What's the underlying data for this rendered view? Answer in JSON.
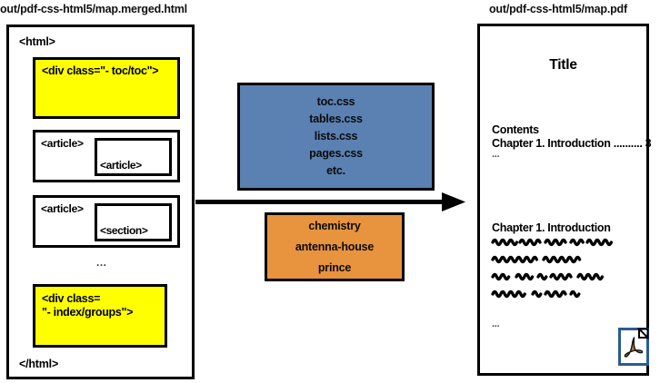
{
  "diagram": {
    "left_caption": "out/pdf-css-html5/map.merged.html",
    "right_caption": "out/pdf-css-html5/map.pdf",
    "arrow_icon": "right-arrow-icon"
  },
  "html_panel": {
    "open_tag": "<html>",
    "close_tag": "</html>",
    "toc_div": "<div class=\"- toc/toc\">",
    "index_div": "<div class=\n\"- index/groups\">",
    "articles": [
      {
        "outer": "<article>",
        "inner": "<article>"
      },
      {
        "outer": "<article>",
        "inner": "<section>"
      }
    ],
    "ellipsis": "..."
  },
  "css_box": {
    "color": "#5b80b2",
    "items": [
      "toc.css",
      "tables.css",
      "lists.css",
      "pages.css",
      "etc."
    ]
  },
  "engine_box": {
    "color": "#e8933d",
    "items": [
      "chemistry",
      "antenna-house",
      "prince"
    ]
  },
  "pdf_panel": {
    "title": "Title",
    "contents_label": "Contents",
    "toc_entry": "Chapter 1. Introduction .......... 3",
    "toc_ellipsis": "...",
    "chapter_heading": "Chapter 1. Introduction",
    "body_ellipsis": "...",
    "body_line_count": 4,
    "icon": "pdf-file-icon",
    "icon_accent_color": "#c8761f",
    "icon_border_color": "#2a5c8f"
  }
}
